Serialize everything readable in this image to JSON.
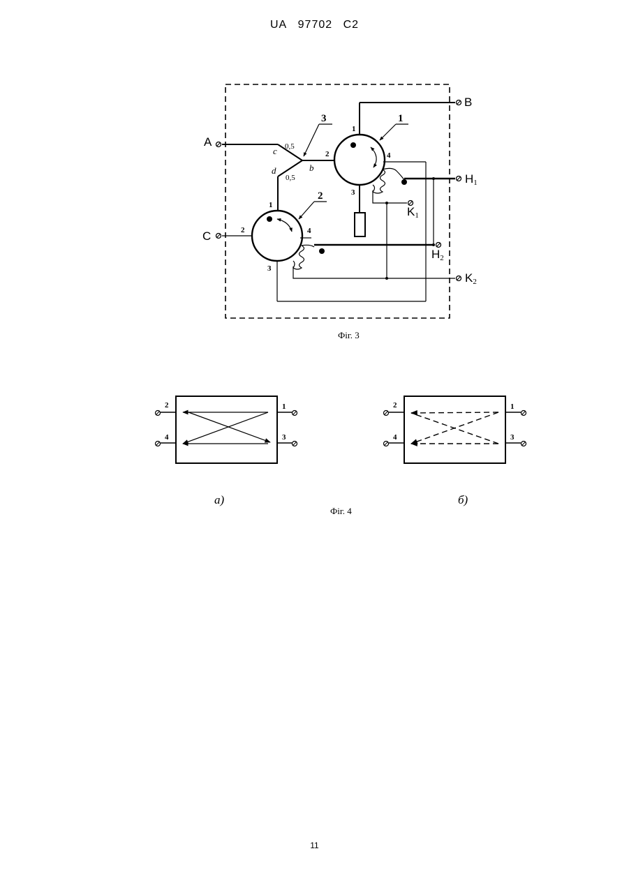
{
  "header": {
    "office": "UA",
    "number": "97702",
    "kind": "C2"
  },
  "fig3": {
    "caption": "Фіг. 3",
    "terminals": {
      "A": "A",
      "B": "B",
      "C": "C",
      "H1": "H",
      "H1_sub": "1",
      "H2": "H",
      "H2_sub": "2",
      "K1": "K",
      "K1_sub": "1",
      "K2": "K",
      "K2_sub": "2"
    },
    "callouts": {
      "c1": "1",
      "c2": "2",
      "c3": "3"
    },
    "circ1_ports": {
      "p1": "1",
      "p2": "2",
      "p3": "3",
      "p4": "4"
    },
    "circ2_ports": {
      "p1": "1",
      "p2": "2",
      "p3": "3",
      "p4": "4"
    },
    "divider": {
      "c": "c",
      "d": "d",
      "b": "b",
      "r1": "0,5",
      "r2": "0,5"
    }
  },
  "fig4": {
    "caption": "Фіг. 4",
    "a": {
      "label": "а)",
      "p1": "1",
      "p2": "2",
      "p3": "3",
      "p4": "4"
    },
    "b": {
      "label": "б)",
      "p1": "1",
      "p2": "2",
      "p3": "3",
      "p4": "4"
    }
  },
  "page_number": "11"
}
